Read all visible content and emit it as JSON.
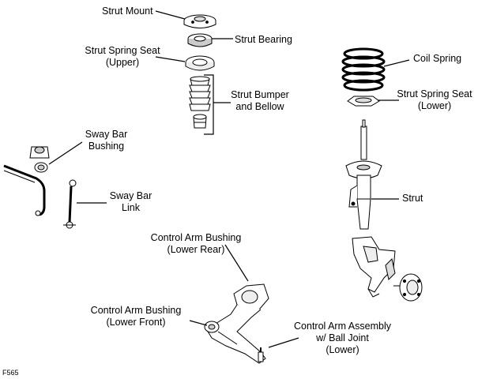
{
  "labels": {
    "strut_mount": "Strut Mount",
    "strut_bearing": "Strut Bearing",
    "spring_seat_upper_1": "Strut Spring Seat",
    "spring_seat_upper_2": "(Upper)",
    "bumper_1": "Strut Bumper",
    "bumper_2": "and Bellow",
    "coil_spring": "Coil Spring",
    "spring_seat_lower_1": "Strut Spring Seat",
    "spring_seat_lower_2": "(Lower)",
    "sway_bar_bushing_1": "Sway Bar",
    "sway_bar_bushing_2": "Bushing",
    "sway_bar_link_1": "Sway Bar",
    "sway_bar_link_2": "Link",
    "strut": "Strut",
    "ca_bushing_rear_1": "Control Arm Bushing",
    "ca_bushing_rear_2": "(Lower Rear)",
    "ca_bushing_front_1": "Control Arm Bushing",
    "ca_bushing_front_2": "(Lower Front)",
    "ca_assembly_1": "Control Arm Assembly",
    "ca_assembly_2": "w/ Ball Joint",
    "ca_assembly_3": "(Lower)"
  },
  "figure_id": "F565"
}
